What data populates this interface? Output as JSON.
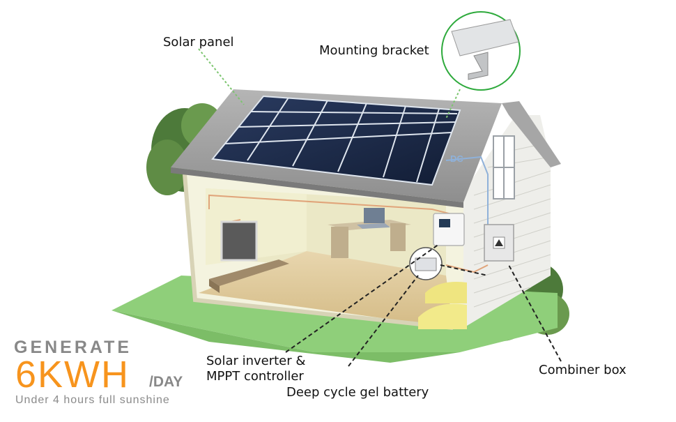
{
  "labels": {
    "solar_panel": "Solar panel",
    "mounting_bracket": "Mounting bracket",
    "inverter_line1": "Solar inverter &",
    "inverter_line2": "MPPT controller",
    "battery": "Deep cycle gel battery",
    "combiner": "Combiner box",
    "dc": "DC"
  },
  "promo": {
    "generate": "GENERATE",
    "amount": "6KWH",
    "per": "/DAY",
    "sunshine": "Under 4 hours full sunshine"
  },
  "colors": {
    "accent_orange": "#f7941d",
    "promo_gray": "#888888",
    "callout_green": "#2eaa3c",
    "lawn": "#8fcf7a",
    "roof": "#9a9a9a",
    "panel": "#1b2a4a"
  }
}
